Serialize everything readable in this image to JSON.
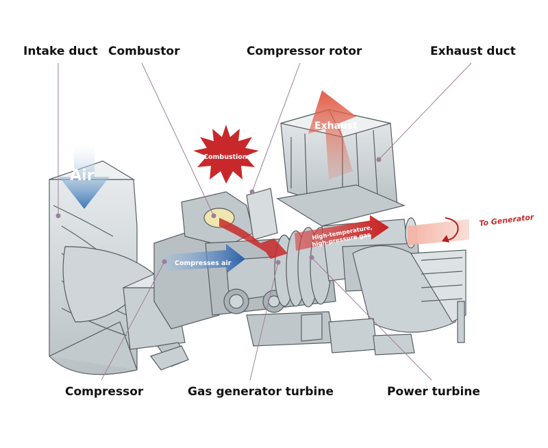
{
  "labels": {
    "intake_duct": "Intake duct",
    "combustor": "Combustor",
    "compressor_rotor": "Compressor rotor",
    "exhaust_duct": "Exhaust duct",
    "compressor": "Compressor",
    "gas_generator_turbine": "Gas generator turbine",
    "power_turbine": "Power turbine"
  },
  "flow_labels": {
    "air": "Air",
    "exhaust": "Exhaust",
    "combustion": "Combustion",
    "compresses_air": "Compresses air",
    "hot_gas_line1": "High-temperature,",
    "hot_gas_line2": "high-pressure gas",
    "to_generator": "To Generator"
  },
  "colors": {
    "leader_line": "#9c7e9a",
    "air_blue": "#3a78b8",
    "exhaust_red": "#e0604a",
    "combustion_red": "#c8282a",
    "hot_gas_red": "#c82a2a",
    "generator_arrow": "#f0a898",
    "machine_fill": "#d4dadc",
    "machine_stroke": "#555c60"
  },
  "icons": [
    "starburst-icon",
    "rotation-arrow-icon"
  ]
}
